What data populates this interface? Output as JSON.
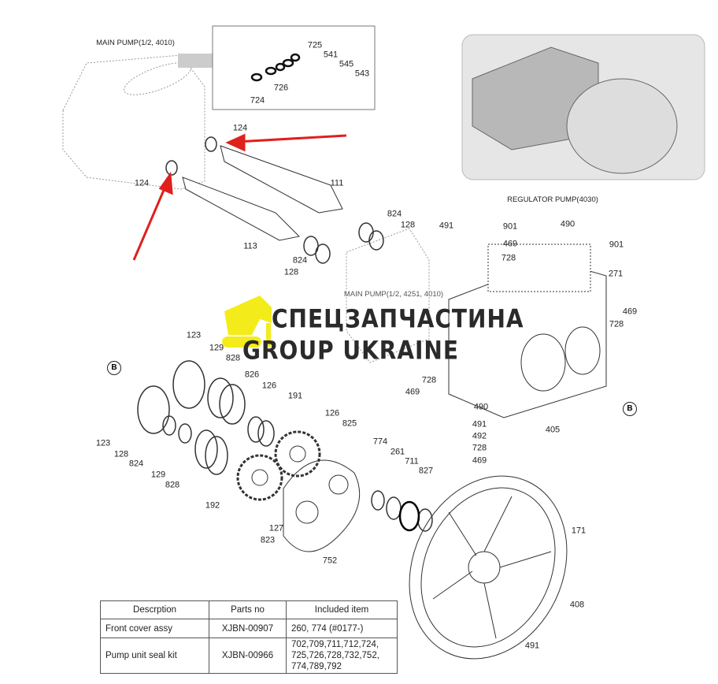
{
  "titles": {
    "main_pump_top": "MAIN PUMP(1/2, 4010)",
    "regulator": "REGULATOR PUMP(4030)",
    "main_pump_mid": "MAIN PUMP(1/2, 4251, 4010)"
  },
  "watermark": {
    "line1": "СПЕЦЗАПЧАСТИНА",
    "line2": "GROUP UKRAINE"
  },
  "callouts": [
    "725",
    "541",
    "545",
    "543",
    "726",
    "724",
    "124",
    "124",
    "111",
    "824",
    "128",
    "113",
    "824",
    "128",
    "491",
    "901",
    "490",
    "469",
    "901",
    "728",
    "271",
    "469",
    "728",
    "123",
    "129",
    "828",
    "826",
    "126",
    "191",
    "728",
    "469",
    "490",
    "491",
    "492",
    "728",
    "469",
    "405",
    "123",
    "128",
    "824",
    "129",
    "828",
    "126",
    "825",
    "774",
    "261",
    "711",
    "827",
    "192",
    "127",
    "823",
    "752",
    "171",
    "408",
    "491"
  ],
  "section_markers": [
    "B",
    "B"
  ],
  "table": {
    "headers": [
      "Descrption",
      "Parts no",
      "Included item"
    ],
    "rows": [
      [
        "Front cover assy",
        "XJBN-00907",
        "260, 774 (#0177-)"
      ],
      [
        "Pump unit seal kit",
        "XJBN-00966",
        "702,709,711,712,724,\n725,726,728,732,752,\n774,789,792"
      ]
    ]
  },
  "colors": {
    "arrow": "#e0201c",
    "logo": "#f3ec1a"
  }
}
